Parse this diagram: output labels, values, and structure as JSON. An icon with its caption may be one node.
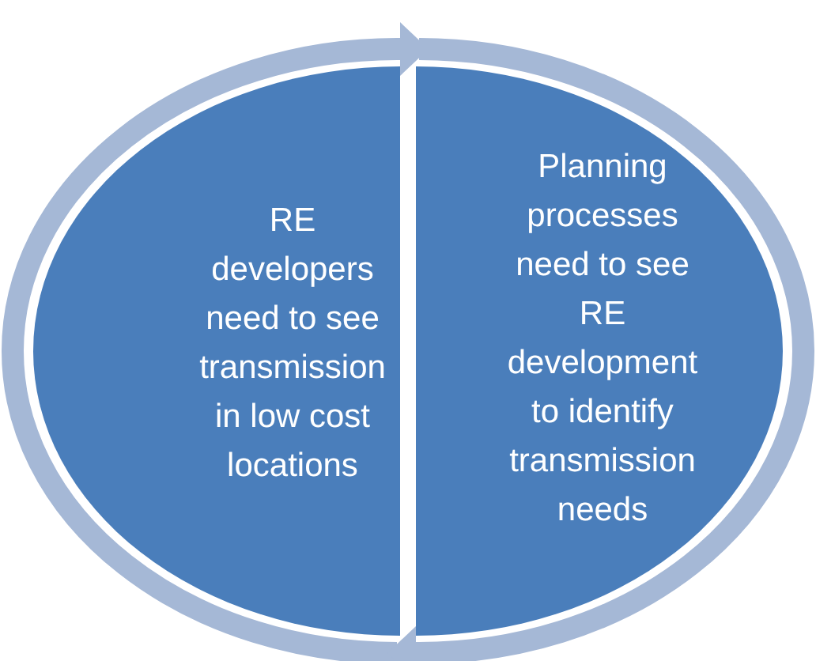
{
  "diagram": {
    "nodes": [
      {
        "text": [
          "RE developers need to see transmission in low cost locations"
        ]
      },
      {
        "text": [
          "Planning processes need to see RE development to identify transmission needs"
        ]
      }
    ],
    "edges": [
      {
        "from": 0,
        "to": 1,
        "arrow": "to"
      },
      {
        "from": 1,
        "to": 0,
        "arrow": "to"
      }
    ]
  }
}
